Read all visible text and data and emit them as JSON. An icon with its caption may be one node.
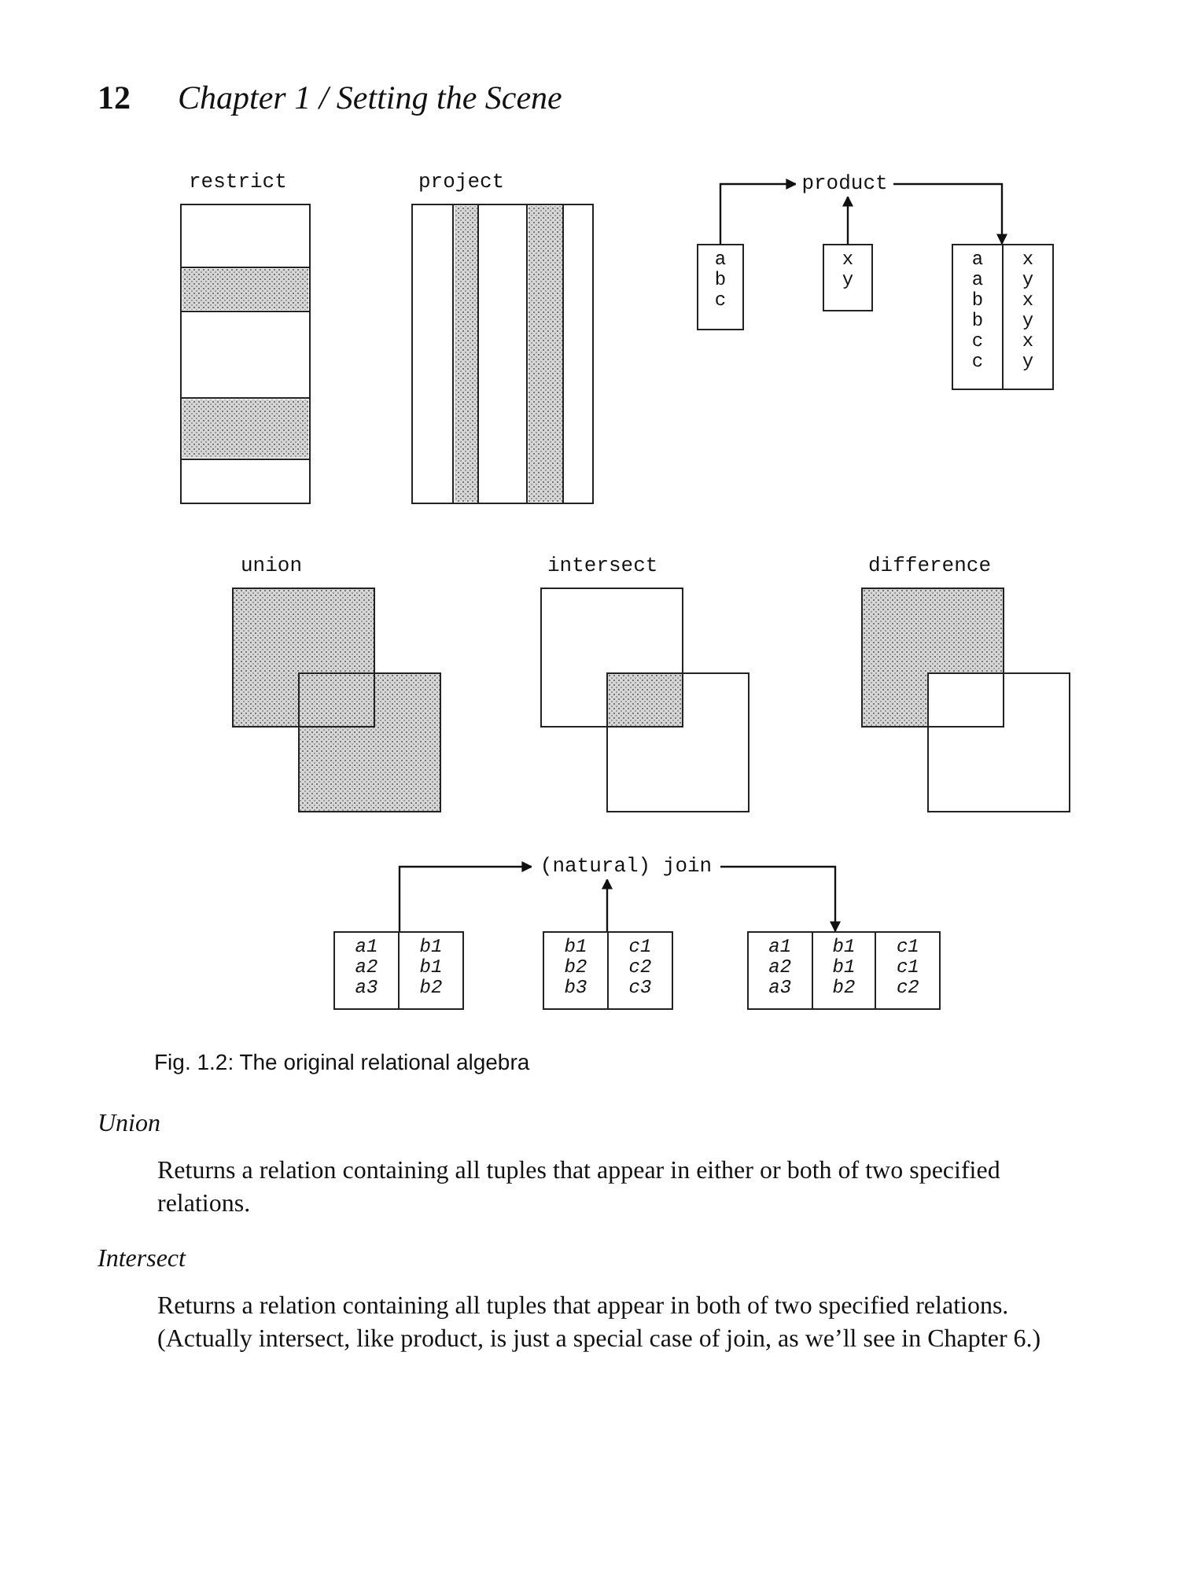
{
  "diagram": {
    "caption": "Fig. 1.2: The original relational algebra",
    "nodes": [
      {
        "text": [
          "product"
        ]
      },
      {
        "text": [
          "a b c"
        ]
      },
      {
        "text": [
          "x y"
        ]
      },
      {
        "text": [
          "a a b b c c",
          "x y x y x y"
        ]
      },
      {
        "text": [
          "(natural) join"
        ]
      },
      {
        "text": [
          "a1 a2 a3",
          "b1 b1 b2"
        ]
      },
      {
        "text": [
          "b1 b2 b3",
          "c1 c2 c3"
        ]
      },
      {
        "text": [
          "a1 a2 a3",
          "b1 b1 b2",
          "c1 c1 c2"
        ]
      }
    ],
    "edges": [
      {
        "from": 1,
        "to": 0,
        "arrow": "to"
      },
      {
        "from": 2,
        "to": 0,
        "arrow": "to"
      },
      {
        "from": 0,
        "to": 3,
        "arrow": "to"
      },
      {
        "from": 5,
        "to": 4,
        "arrow": "to"
      },
      {
        "from": 6,
        "to": 4,
        "arrow": "to"
      },
      {
        "from": 4,
        "to": 7,
        "arrow": "to"
      }
    ],
    "labels": [
      "12",
      "Chapter 1 / Setting the Scene",
      "restrict",
      "project",
      "union",
      "intersect",
      "difference",
      "Union",
      "Returns a relation containing all tuples that appear in either or both of two specified relations.",
      "Intersect",
      "Returns a relation containing all tuples that appear in both of two specified relations. (Actually intersect, like product, is just a special case of join, as we’ll see in Chapter 6.)"
    ]
  }
}
